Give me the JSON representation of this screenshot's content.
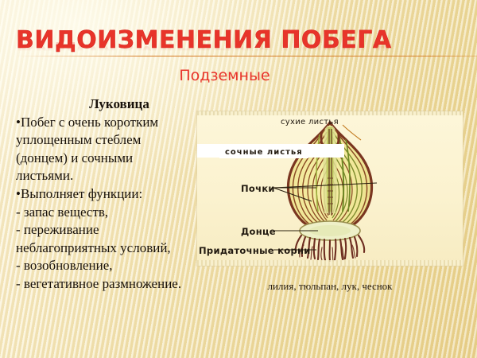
{
  "slide": {
    "title": "Видоизменения побега",
    "subtitle": "Подземные",
    "accent_color": "#e8342a",
    "rule_color": "#d3741c",
    "background_color": "#f2e7bf"
  },
  "body": {
    "heading": "Луковица",
    "lines": [
      "•Побег с очень коротким",
      "уплощенным стеблем",
      "(донцем) и сочными",
      "листьями.",
      "•Выполняет функции:",
      "- запас веществ,",
      "- переживание",
      "неблагоприятных условий,",
      "- возобновление,",
      "- вегетативное размножение."
    ]
  },
  "figure": {
    "labels": {
      "dry_leaves": "сухие листья",
      "juicy_leaves": "сочные  листья",
      "buds": "Почки",
      "basal_plate": "Донце",
      "adventitious_roots": "Придаточные корни"
    },
    "caption": "лилия, тюльпан, лук, чеснок"
  }
}
